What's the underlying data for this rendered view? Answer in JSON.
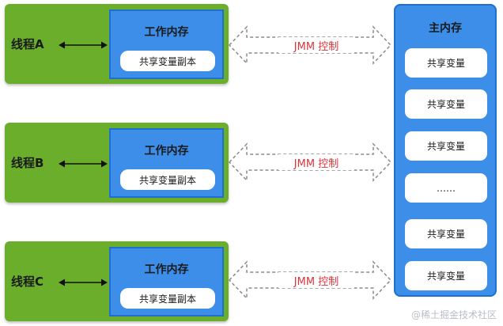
{
  "threads": [
    {
      "label": "线程A",
      "work_memory": "工作内存",
      "copy": "共享变量副本",
      "link": "JMM 控制"
    },
    {
      "label": "线程B",
      "work_memory": "工作内存",
      "copy": "共享变量副本",
      "link": "JMM 控制"
    },
    {
      "label": "线程C",
      "work_memory": "工作内存",
      "copy": "共享变量副本",
      "link": "JMM 控制"
    }
  ],
  "main_memory": {
    "title": "主内存",
    "items": [
      "共享变量",
      "共享变量",
      "共享变量",
      "……",
      "共享变量",
      "共享变量"
    ]
  },
  "watermark": "@稀土掘金技术社区",
  "colors": {
    "thread_green": "#6aae2c",
    "memory_blue": "#3c8ee8",
    "jmm_red": "#d9343a",
    "arrow_gray": "#8a8a8a"
  }
}
